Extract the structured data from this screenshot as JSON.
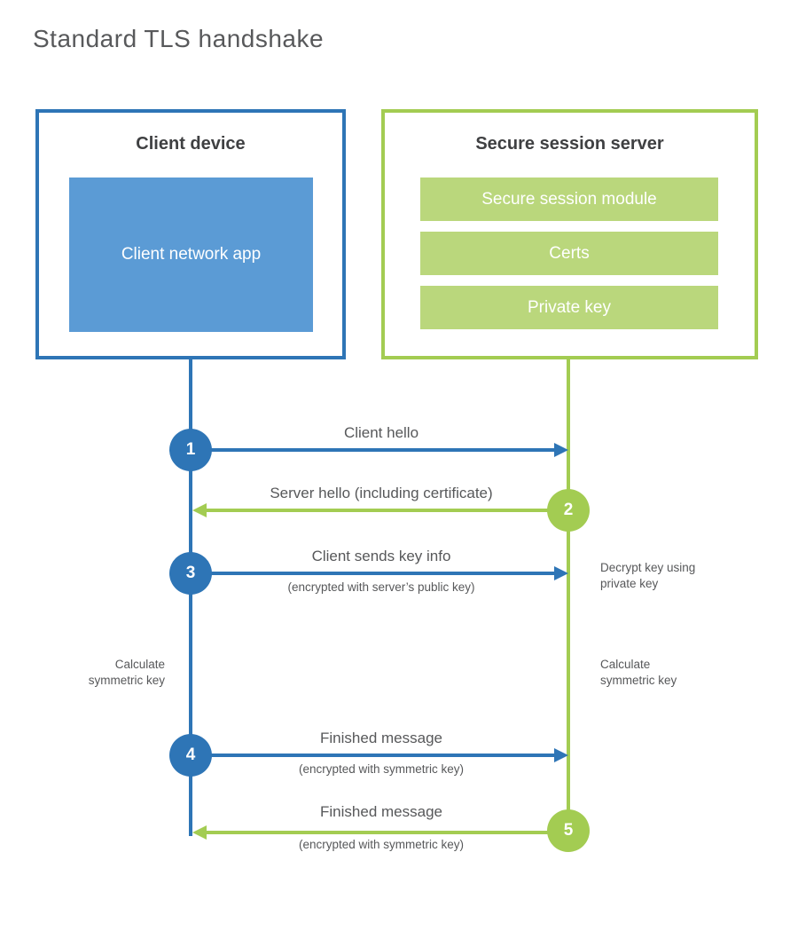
{
  "title": "Standard TLS handshake",
  "colors": {
    "blue": "#2e75b6",
    "blue_light": "#5b9bd5",
    "green": "#a3cc52",
    "green_light": "#bad77c"
  },
  "client": {
    "title": "Client device",
    "app_label": "Client network app"
  },
  "server": {
    "title": "Secure session server",
    "modules": [
      "Secure session module",
      "Certs",
      "Private key"
    ]
  },
  "steps": [
    {
      "num": "1",
      "label": "Client hello",
      "sublabel": "",
      "direction": "right",
      "color": "blue"
    },
    {
      "num": "2",
      "label": "Server hello (including certificate)",
      "sublabel": "",
      "direction": "left",
      "color": "green"
    },
    {
      "num": "3",
      "label": "Client sends key info",
      "sublabel": "(encrypted with server’s public key)",
      "direction": "right",
      "color": "blue"
    },
    {
      "num": "4",
      "label": "Finished message",
      "sublabel": "(encrypted with symmetric key)",
      "direction": "right",
      "color": "blue"
    },
    {
      "num": "5",
      "label": "Finished message",
      "sublabel": "(encrypted with symmetric key)",
      "direction": "left",
      "color": "green"
    }
  ],
  "notes": {
    "decrypt": "Decrypt key using private key",
    "calc_left": "Calculate symmetric key",
    "calc_right": "Calculate symmetric key"
  }
}
